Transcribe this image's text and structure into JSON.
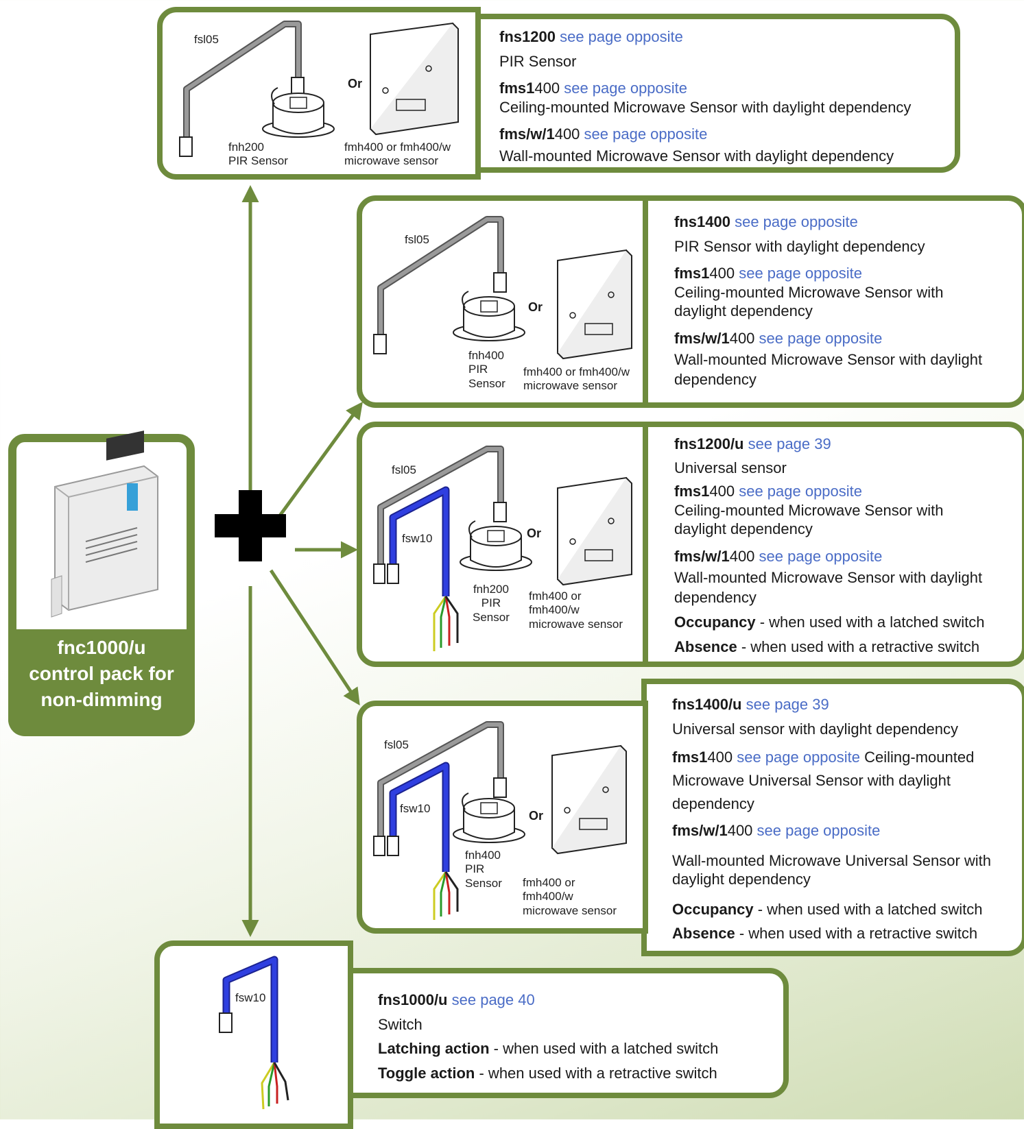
{
  "controller": {
    "caption_line1": "fnc1000/u",
    "caption_line2": "control pack for",
    "caption_line3": "non-dimming"
  },
  "or_label": "Or",
  "box1": {
    "cable_label": "fsl05",
    "sensor_label_1": "fnh200",
    "sensor_label_2": "PIR Sensor",
    "wall_label_1": "fmh400 or fmh400/w",
    "wall_label_2": "microwave sensor",
    "items": [
      {
        "code": "fns1200",
        "link": "see page opposite",
        "desc": "PIR Sensor"
      },
      {
        "code": "fms1",
        "suffix": "400",
        "link": "see page opposite",
        "desc": "Ceiling-mounted Microwave Sensor with daylight dependency"
      },
      {
        "code": "fms/w/1",
        "suffix": "400",
        "link": "see page opposite",
        "desc": "Wall-mounted Microwave Sensor with daylight dependency"
      }
    ]
  },
  "box2": {
    "cable_label": "fsl05",
    "sensor_label_1": "fnh400",
    "sensor_label_2": "PIR",
    "sensor_label_3": "Sensor",
    "wall_label_1": "fmh400 or fmh400/w",
    "wall_label_2": "microwave sensor",
    "items": [
      {
        "code": "fns1400",
        "link": "see page opposite",
        "desc": "PIR Sensor with daylight dependency"
      },
      {
        "code": "fms1",
        "suffix": "400",
        "link": "see page opposite",
        "desc": "Ceiling-mounted Microwave Sensor with daylight dependency"
      },
      {
        "code": "fms/w/1",
        "suffix": "400",
        "link": "see page opposite",
        "desc": "Wall-mounted Microwave Sensor with daylight dependency"
      }
    ]
  },
  "box3": {
    "cable_label": "fsl05",
    "wire_label": "fsw10",
    "sensor_label_1": "fnh200",
    "sensor_label_2": "PIR",
    "sensor_label_3": "Sensor",
    "wall_label_1": "fmh400 or",
    "wall_label_2": "fmh400/w",
    "wall_label_3": "microwave sensor",
    "items": [
      {
        "code": "fns1200/u",
        "link": "see page 39",
        "desc": "Universal sensor"
      },
      {
        "code": "fms1",
        "suffix": "400",
        "link": "see page opposite",
        "desc": "Ceiling-mounted Microwave Sensor with daylight dependency"
      },
      {
        "code": "fms/w/1",
        "suffix": "400",
        "link": "see page opposite",
        "desc": "Wall-mounted Microwave Sensor with daylight dependency"
      }
    ],
    "mode1_bold": "Occupancy",
    "mode1_text": " - when used with a latched switch",
    "mode2_bold": "Absence",
    "mode2_text": " - when used with a retractive switch"
  },
  "box4": {
    "cable_label": "fsl05",
    "wire_label": "fsw10",
    "sensor_label_1": "fnh400",
    "sensor_label_2": "PIR",
    "sensor_label_3": "Sensor",
    "wall_label_1": "fmh400 or",
    "wall_label_2": "fmh400/w",
    "wall_label_3": "microwave sensor",
    "items": [
      {
        "code": "fns1400/u",
        "link": "see page 39",
        "desc": "Universal sensor with daylight dependency"
      },
      {
        "code": "fms1",
        "suffix": "400",
        "link": "see page opposite",
        "desc_inline": " Ceiling-mounted",
        "desc_line2": "Microwave Universal Sensor with daylight",
        "desc_line3": "dependency"
      },
      {
        "code": "fms/w/1",
        "suffix": "400",
        "link": "see page opposite",
        "desc": "Wall-mounted Microwave Universal Sensor with daylight dependency"
      }
    ],
    "mode1_bold": "Occupancy",
    "mode1_text": " - when used with a latched switch",
    "mode2_bold": "Absence",
    "mode2_text": " - when used with a retractive switch"
  },
  "box5": {
    "wire_label": "fsw10",
    "code": "fns1000/u",
    "link": "see page 40",
    "desc": "Switch",
    "mode1_bold": "Latching action",
    "mode1_text": " - when used with a latched switch",
    "mode2_bold": "Toggle action",
    "mode2_text": " - when used with a retractive switch"
  },
  "colors": {
    "brand_green": "#6e8b3d",
    "link_blue": "#4a6cc6",
    "wire_blue": "#2f3fe0",
    "cable_grey": "#8a8a8a"
  }
}
